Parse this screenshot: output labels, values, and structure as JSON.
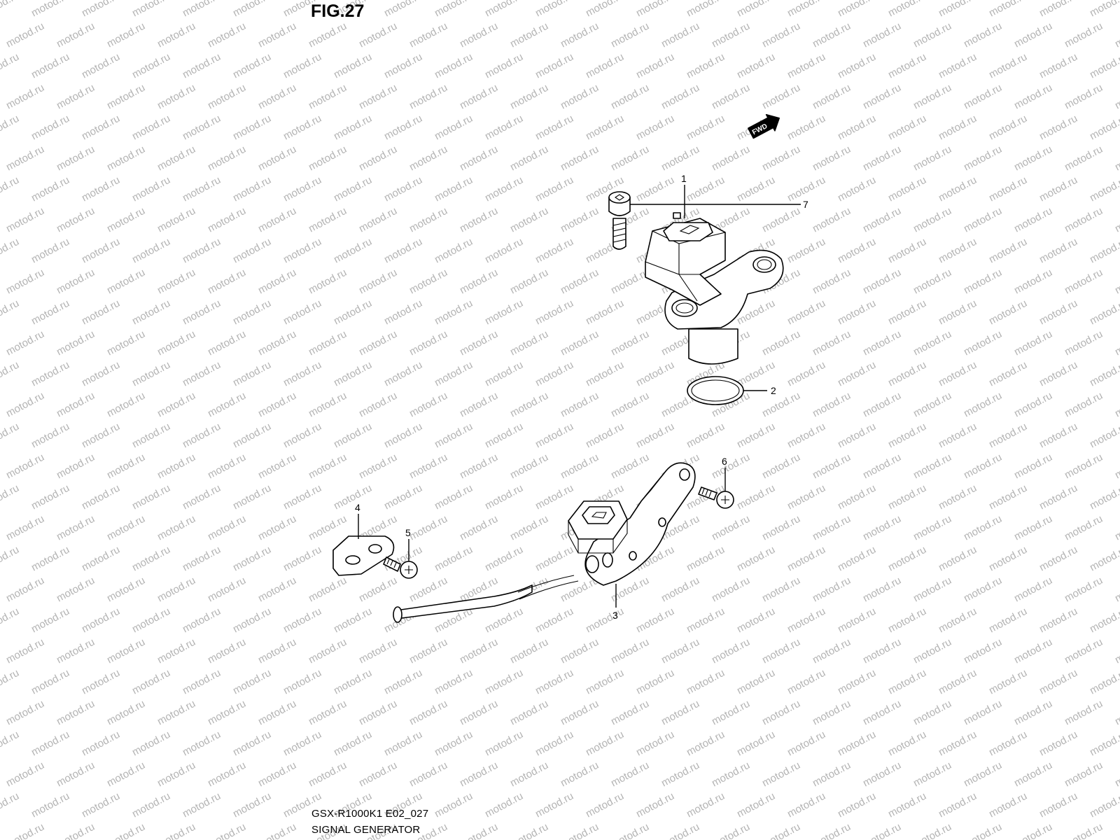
{
  "figure": {
    "title": "FIG.27",
    "model_code": "GSX-R1000K1 E02_027",
    "section_title": "SIGNAL GENERATOR",
    "watermark_text": "motod.ru",
    "direction_badge": "FWD",
    "direction_icon": "forward-arrow-icon"
  },
  "callouts": [
    {
      "id": "1",
      "label": "1"
    },
    {
      "id": "2",
      "label": "2"
    },
    {
      "id": "3",
      "label": "3"
    },
    {
      "id": "4",
      "label": "4"
    },
    {
      "id": "5",
      "label": "5"
    },
    {
      "id": "6",
      "label": "6"
    },
    {
      "id": "7",
      "label": "7"
    }
  ],
  "colors": {
    "ink": "#000000",
    "background": "#ffffff",
    "watermark": "#b3b3b3"
  }
}
